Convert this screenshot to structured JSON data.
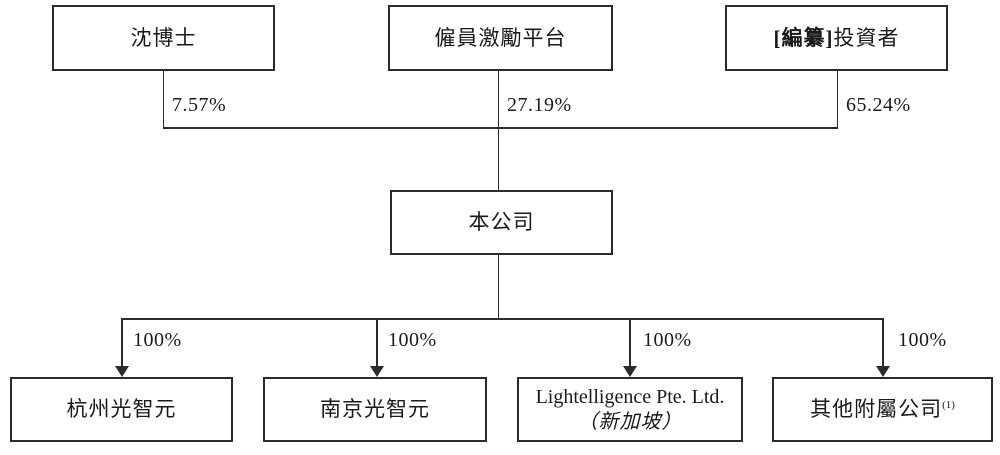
{
  "diagram": {
    "title": "shareholding-structure-chart",
    "colors": {
      "line": "#2b2b2b",
      "background": "#ffffff",
      "text": "#1a1a1a"
    },
    "shareholders": [
      {
        "name": "沈博士",
        "percent": "7.57%"
      },
      {
        "name": "僱員激勵平台",
        "percent": "27.19%"
      },
      {
        "name_bold": "[編纂]",
        "name_rest": "投資者",
        "percent": "65.24%"
      }
    ],
    "company": {
      "name": "本公司"
    },
    "subsidiaries": [
      {
        "name": "杭州光智元",
        "percent": "100%"
      },
      {
        "name": "南京光智元",
        "percent": "100%"
      },
      {
        "name_line1": "Lightelligence Pte. Ltd.",
        "name_line2": "（新加坡）",
        "percent": "100%"
      },
      {
        "name": "其他附屬公司",
        "note_superscript": "(1)",
        "percent": "100%"
      }
    ]
  }
}
